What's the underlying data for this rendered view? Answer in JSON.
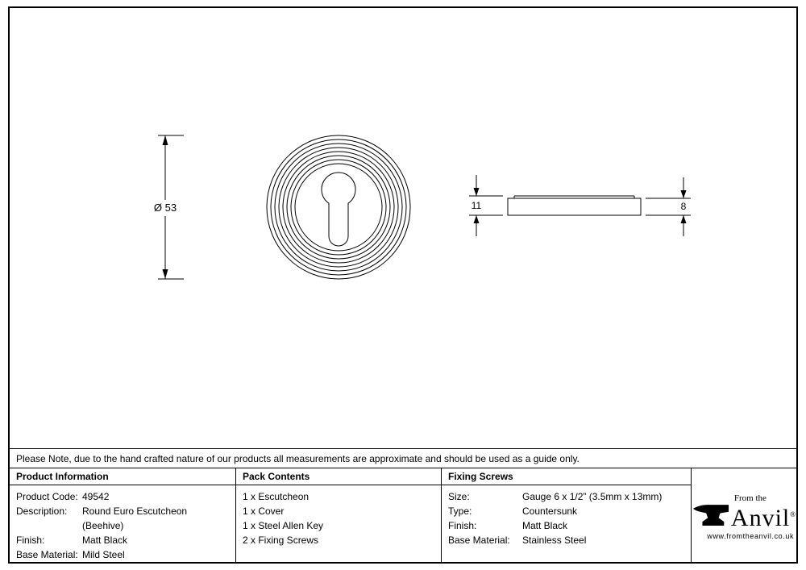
{
  "drawing": {
    "diameter_label": "Ø 53",
    "thickness_total_label": "11",
    "thickness_base_label": "8"
  },
  "note": "Please Note, due to the hand crafted nature of our products all measurements are approximate and should be used as a guide only.",
  "table": {
    "product_information": {
      "header": "Product Information",
      "rows": [
        {
          "label": "Product Code:",
          "value": "49542"
        },
        {
          "label": "Description:",
          "value": "Round Euro Escutcheon (Beehive)"
        },
        {
          "label": "Finish:",
          "value": "Matt Black"
        },
        {
          "label": "Base Material:",
          "value": "Mild Steel"
        }
      ]
    },
    "pack_contents": {
      "header": "Pack Contents",
      "items": [
        "1 x Escutcheon",
        "1 x Cover",
        "1 x Steel Allen Key",
        "2 x Fixing Screws"
      ]
    },
    "fixing_screws": {
      "header": "Fixing Screws",
      "rows": [
        {
          "label": "Size:",
          "value": "Gauge 6 x 1/2” (3.5mm x 13mm)"
        },
        {
          "label": "Type:",
          "value": "Countersunk"
        },
        {
          "label": "Finish:",
          "value": "Matt Black"
        },
        {
          "label": "Base Material:",
          "value": "Stainless Steel"
        }
      ]
    }
  },
  "logo": {
    "top_text": "From the",
    "name": "Anvil",
    "registered": "®",
    "website": "www.fromtheanvil.co.uk"
  }
}
